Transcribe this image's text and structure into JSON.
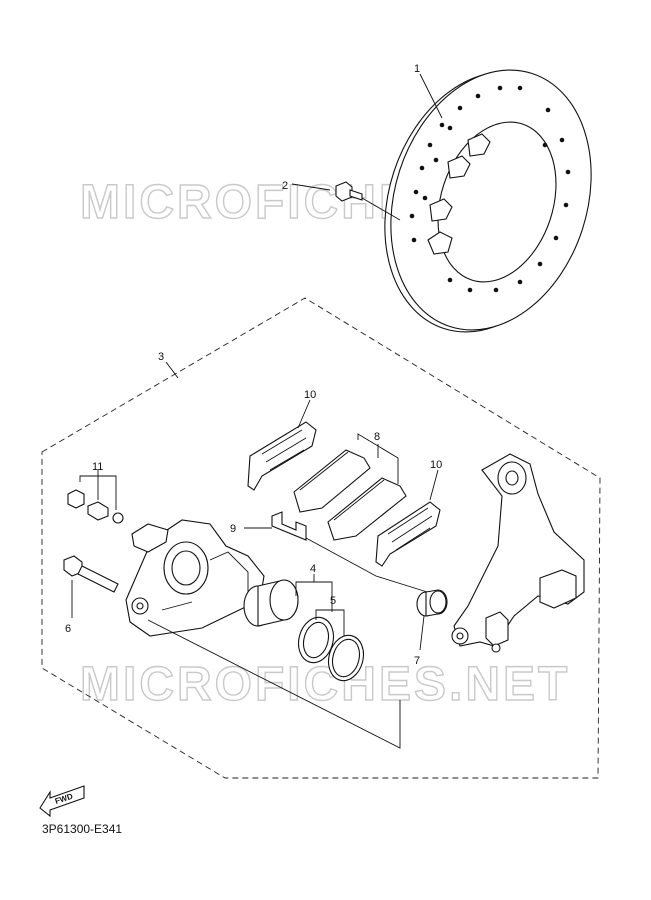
{
  "watermark": "MICROFICHES.NET",
  "reference_code": "3P61300-E341",
  "fwd_label": "FWD",
  "callouts": {
    "c1": "1",
    "c2": "2",
    "c3": "3",
    "c4": "4",
    "c5": "5",
    "c6": "6",
    "c7": "7",
    "c8": "8",
    "c9": "9",
    "c10a": "10",
    "c10b": "10",
    "c11": "11"
  },
  "parts": [
    {
      "ref": "1",
      "name": "brake-disc"
    },
    {
      "ref": "2",
      "name": "disc-bolt"
    },
    {
      "ref": "3",
      "name": "caliper-assembly"
    },
    {
      "ref": "4",
      "name": "piston"
    },
    {
      "ref": "5",
      "name": "seal-kit"
    },
    {
      "ref": "6",
      "name": "pin-bolt"
    },
    {
      "ref": "7",
      "name": "boot"
    },
    {
      "ref": "8",
      "name": "brake-pad-kit"
    },
    {
      "ref": "9",
      "name": "pad-support"
    },
    {
      "ref": "10",
      "name": "pad-shim"
    },
    {
      "ref": "11",
      "name": "bleed-screw"
    }
  ]
}
